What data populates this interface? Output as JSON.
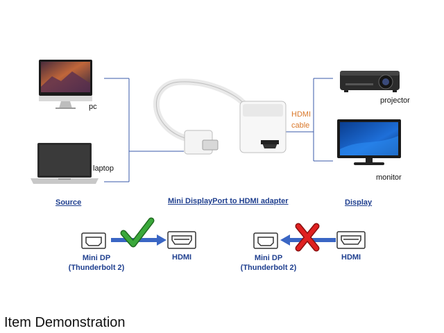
{
  "source_devices": {
    "pc_label": "pc",
    "laptop_label": "laptop"
  },
  "display_devices": {
    "projector_label": "projector",
    "monitor_label": "monitor"
  },
  "cable_label_line1": "HDMI",
  "cable_label_line2": "cable",
  "section_labels": {
    "source": "Source",
    "adapter": "Mini DisplayPort to HDMI adapter",
    "display": "Display"
  },
  "compat": {
    "left": {
      "port_label_line1": "Mini DP",
      "port_label_line2": "(Thunderbolt 2)",
      "target_label": "HDMI",
      "status_icon": "check-mark"
    },
    "right": {
      "port_label_line1": "Mini DP",
      "port_label_line2": "(Thunderbolt 2)",
      "target_label": "HDMI",
      "status_icon": "cross-mark"
    }
  },
  "caption": "Item Demonstration",
  "colors": {
    "connector_line": "#3a5aa8",
    "label_blue": "#1f3f8f",
    "cable_label": "#d9782a",
    "arrow_blue": "#3a66c4",
    "check_green": "#3aa83a",
    "cross_red": "#e02020"
  }
}
